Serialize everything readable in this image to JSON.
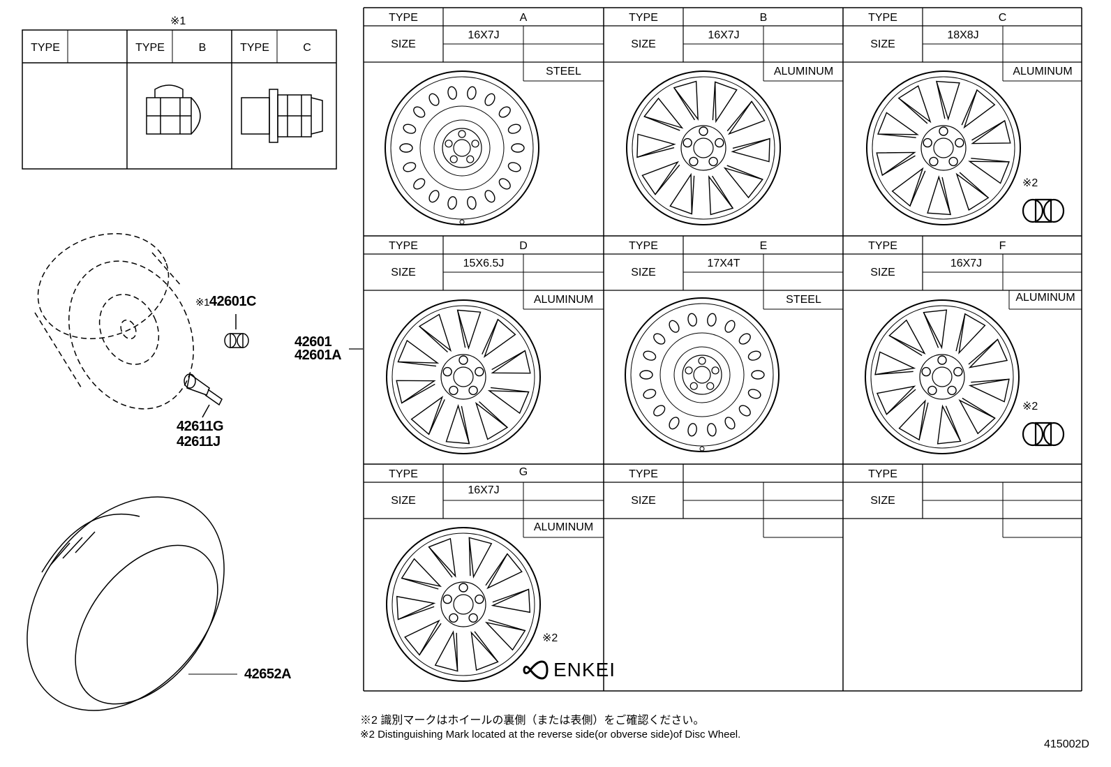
{
  "nut_table": {
    "note_mark": "※1",
    "type_header": "TYPE",
    "types": [
      {
        "type_label": "TYPE",
        "value": ""
      },
      {
        "type_label": "TYPE",
        "value": "B"
      },
      {
        "type_label": "TYPE",
        "value": "C"
      }
    ]
  },
  "parts": {
    "nut_ref": "※1",
    "nut_number": "42601C",
    "valve_numbers": [
      "42611G",
      "42611J"
    ],
    "wheel_numbers": [
      "42601",
      "42601A"
    ],
    "tire_number": "42652A"
  },
  "wheel_grid": {
    "type_label": "TYPE",
    "size_label": "SIZE",
    "cells": [
      {
        "type": "A",
        "size": "16X7J",
        "material": "STEEL",
        "mark_note": ""
      },
      {
        "type": "B",
        "size": "16X7J",
        "material": "ALUMINUM",
        "mark_note": ""
      },
      {
        "type": "C",
        "size": "18X8J",
        "material": "ALUMINUM",
        "mark_note": "※2"
      },
      {
        "type": "D",
        "size": "15X6.5J",
        "material": "ALUMINUM",
        "mark_note": ""
      },
      {
        "type": "E",
        "size": "17X4T",
        "material": "STEEL",
        "mark_note": ""
      },
      {
        "type": "F",
        "size": "16X7J",
        "material": "ALUMINUM",
        "mark_note": "※2"
      },
      {
        "type": "G",
        "size": "16X7J",
        "material": "ALUMINUM",
        "mark_note": "※2"
      },
      {
        "type": "",
        "size": "",
        "material": "",
        "mark_note": ""
      },
      {
        "type": "",
        "size": "",
        "material": "",
        "mark_note": ""
      }
    ],
    "enkei_text": "ENKEI"
  },
  "footnotes": {
    "jp": "※2 識別マークはホイールの裏側（または表側）をご確認ください。",
    "en": "※2 Distinguishing Mark located at the reverse side(or obverse side)of Disc Wheel."
  },
  "figure_id": "415002D"
}
